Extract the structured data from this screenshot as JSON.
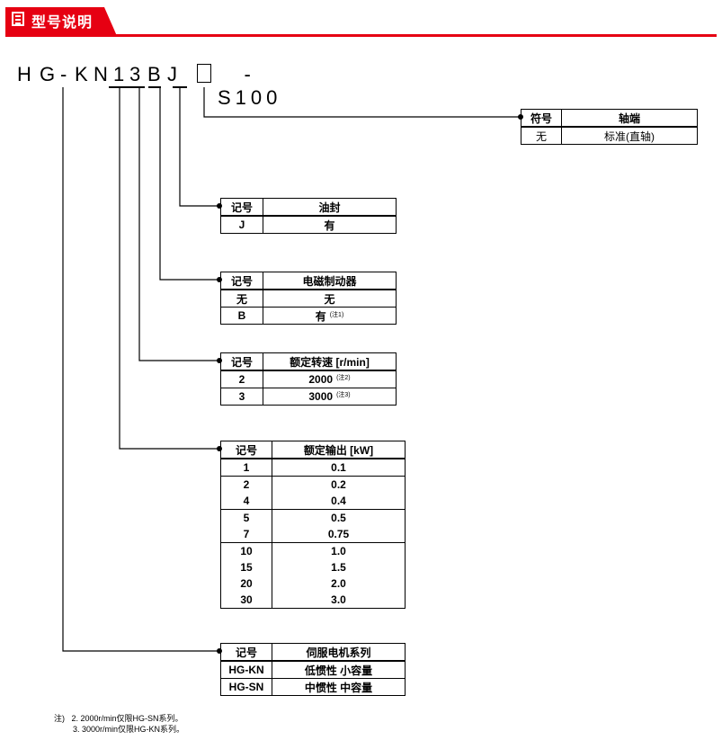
{
  "header": {
    "title": "型号说明",
    "accent_color": "#e60012"
  },
  "model": {
    "chars": [
      "H",
      "G",
      "-",
      "K",
      "N",
      "1",
      "3",
      "B",
      "J"
    ],
    "suffix": "-S100"
  },
  "tables": {
    "shaft": {
      "head": [
        "符号",
        "轴端"
      ],
      "rows": [
        [
          "无",
          "标准(直轴)"
        ]
      ]
    },
    "oil_seal": {
      "head": [
        "记号",
        "油封"
      ],
      "rows": [
        [
          "J",
          "有"
        ]
      ]
    },
    "brake": {
      "head": [
        "记号",
        "电磁制动器"
      ],
      "rows": [
        [
          "无",
          "无",
          ""
        ],
        [
          "B",
          "有",
          "(注1)"
        ]
      ]
    },
    "speed": {
      "head": [
        "记号",
        "额定转速 [r/min]"
      ],
      "rows": [
        [
          "2",
          "2000",
          "(注2)"
        ],
        [
          "3",
          "3000",
          "(注3)"
        ]
      ]
    },
    "output": {
      "head": [
        "记号",
        "额定输出 [kW]"
      ],
      "rows": [
        [
          "1",
          "0.1"
        ],
        [
          "2",
          "0.2"
        ],
        [
          "4",
          "0.4"
        ],
        [
          "5",
          "0.5"
        ],
        [
          "7",
          "0.75"
        ],
        [
          "10",
          "1.0"
        ],
        [
          "15",
          "1.5"
        ],
        [
          "20",
          "2.0"
        ],
        [
          "30",
          "3.0"
        ]
      ]
    },
    "series": {
      "head": [
        "记号",
        "伺服电机系列"
      ],
      "rows": [
        [
          "HG-KN",
          "低惯性 小容量"
        ],
        [
          "HG-SN",
          "中惯性 中容量"
        ]
      ]
    }
  },
  "notes": {
    "prefix": "注)",
    "items": [
      "2. 2000r/min仅限HG-SN系列。",
      "3. 3000r/min仅限HG-KN系列。"
    ]
  }
}
